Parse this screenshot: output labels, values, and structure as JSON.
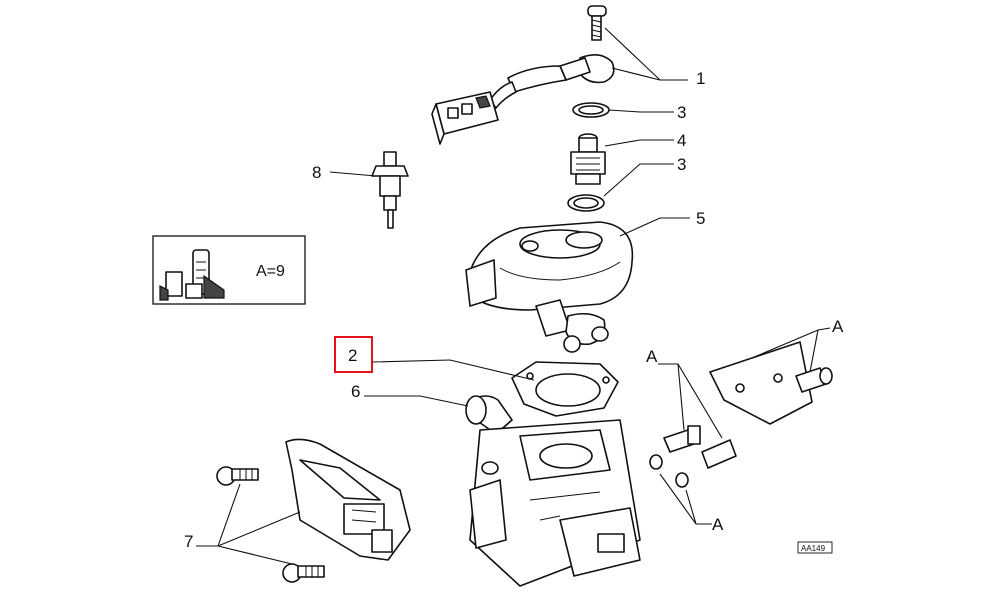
{
  "callouts": {
    "c1": "1",
    "c2": "2",
    "c3a": "3",
    "c3b": "3",
    "c4": "4",
    "c5": "5",
    "c6": "6",
    "c7": "7",
    "c8": "8",
    "a1": "A",
    "a2": "A",
    "a3": "A"
  },
  "inset": {
    "formula": "A=9"
  },
  "reference_code": "AA149",
  "highlight": {
    "callout": "2",
    "color": "#e0141b"
  }
}
